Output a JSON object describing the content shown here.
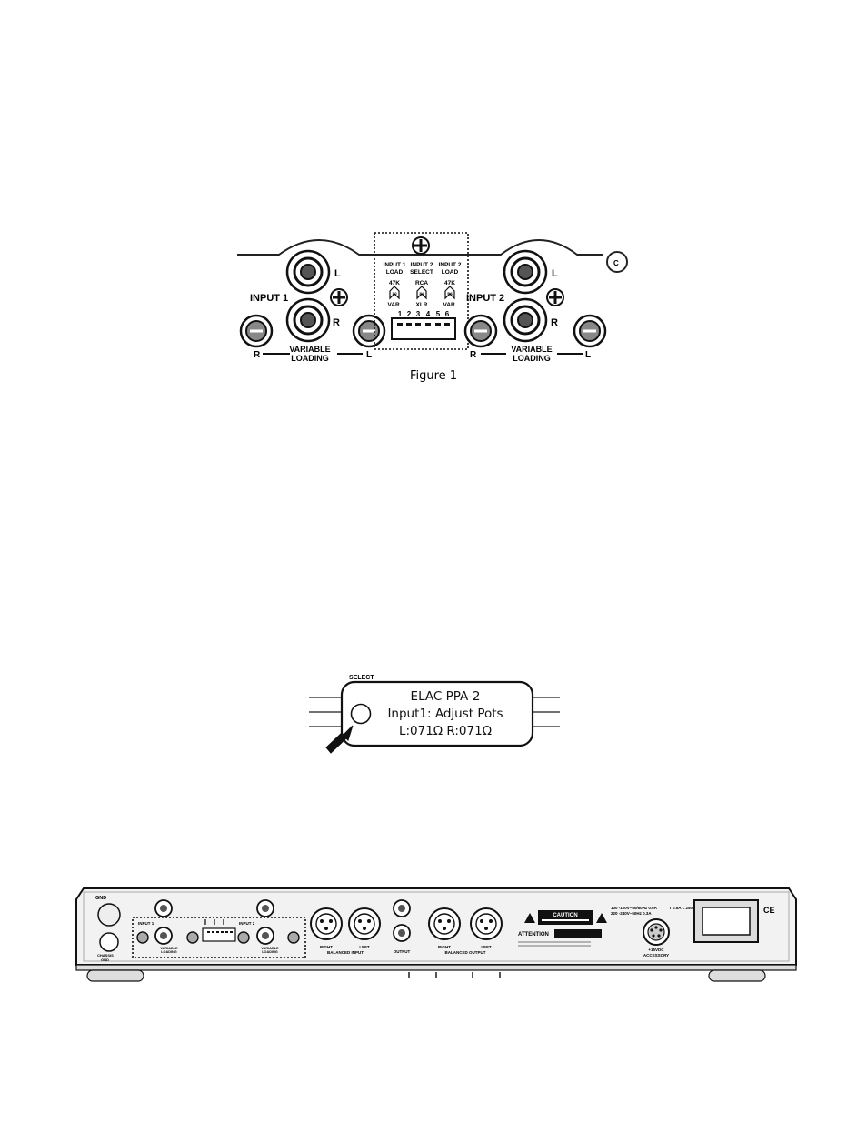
{
  "figure1": {
    "caption": "Figure 1",
    "input1_label": "INPUT 1",
    "input2_label": "INPUT 2",
    "channel_left": "L",
    "channel_right": "R",
    "variable_line1": "VARIABLE",
    "variable_line2": "LOADING",
    "ground_mark": "C",
    "dip": {
      "col1": [
        "INPUT 1",
        "LOAD"
      ],
      "col2": [
        "INPUT 2",
        "SELECT"
      ],
      "col3": [
        "INPUT 2",
        "LOAD"
      ],
      "col1_top": "47K",
      "col2_top": "RCA",
      "col3_top": "47K",
      "col1_bottom": "VAR.",
      "col2_bottom": "XLR",
      "col3_bottom": "VAR.",
      "col1_sw": "1|2",
      "col2_sw": "3|4",
      "col3_sw": "5|6",
      "numbers": [
        "1",
        "2",
        "3",
        "4",
        "5",
        "6"
      ]
    }
  },
  "display": {
    "select_label": "SELECT",
    "line1": "ELAC PPA-2",
    "line2": "Input1: Adjust Pots",
    "line3": "L:071Ω  R:071Ω"
  },
  "rear_panel": {
    "gnd": "GND",
    "chassis_gnd": [
      "CHASSIS",
      "GND"
    ],
    "input1": "INPUT 1",
    "input2": "INPUT 2",
    "variable_loading": [
      "VARIABLE",
      "LOADING"
    ],
    "balanced_input": "BALANCED INPUT",
    "balanced_output": "BALANCED OUTPUT",
    "output": "OUTPUT",
    "right": "RIGHT",
    "left": "LEFT",
    "caution": "CAUTION",
    "attention": "ATTENTION",
    "accessory": "ACCESSORY",
    "accessory_v": "+15VDC",
    "ce": "CE",
    "fuse": "T 0.5A L 250V",
    "power_line1": "100 -120V~50/60Hz 0.6A",
    "power_line2": "220 -240V~50Hz 0.3A"
  }
}
